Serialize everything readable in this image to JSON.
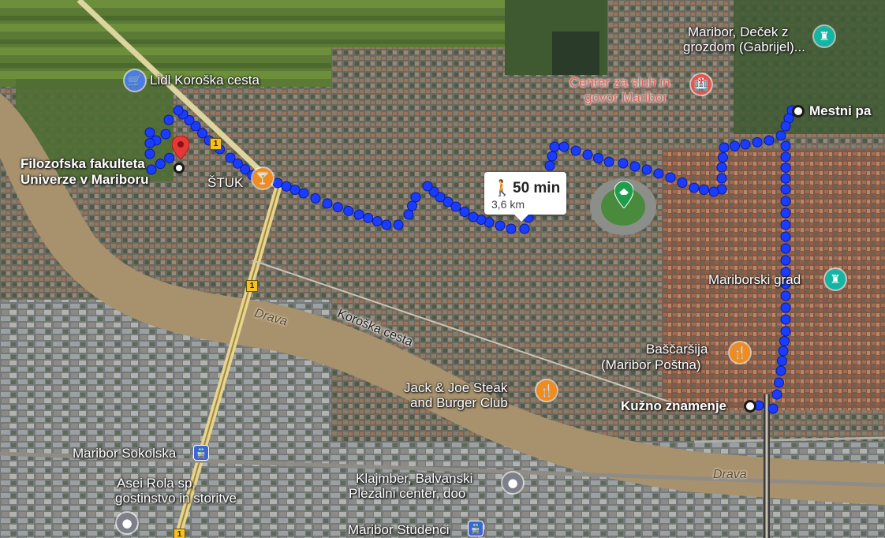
{
  "route_info": {
    "duration": "50 min",
    "distance": "3,6 km",
    "mode_icon": "walking-person-icon"
  },
  "destination": {
    "name": "Filozofska fakulteta\nUniverze v Mariboru",
    "line1": "Filozofska fakulteta",
    "line2": "Univerze v Mariboru"
  },
  "origin": {
    "name": "Mestni pa"
  },
  "waypoint": {
    "name": "Kužno znamenje"
  },
  "places": {
    "lidl": "Lidl Koroška cesta",
    "stuk": "ŠTUK",
    "center_line1": "Center za sluh in",
    "center_line2": "govor Maribor",
    "decek_line1": "Maribor, Deček z",
    "decek_line2": "grozdom (Gabrijel)...",
    "mariborski_grad": "Mariborski grad",
    "bascarsija_line1": "Baščaršija",
    "bascarsija_line2": "(Maribor Poštna)",
    "jack_line1": "Jack & Joe Steak",
    "jack_line2": "and Burger Club",
    "klajmber_line1": "Klajmber, Balvanski",
    "klajmber_line2": "Plezalni center, doo",
    "asei_line1": "Asei Rola sp,",
    "asei_line2": "gostinstvo in storitve",
    "sokolska": "Maribor Sokolska",
    "studenci": "Maribor Studenci"
  },
  "roads": {
    "koroska": "Koroška cesta",
    "route_number": "1"
  },
  "rivers": {
    "drava": "Drava"
  },
  "colors": {
    "route": "#1a3cff",
    "destination_pin": "#e53935",
    "restaurant_pin": "#f08b1d",
    "monument_pin": "#13b5a5",
    "medical_pin": "#e8534a",
    "shop_pin": "#4b7be5",
    "stadium_pin": "#1e9e4b",
    "river": "#a8926e"
  }
}
